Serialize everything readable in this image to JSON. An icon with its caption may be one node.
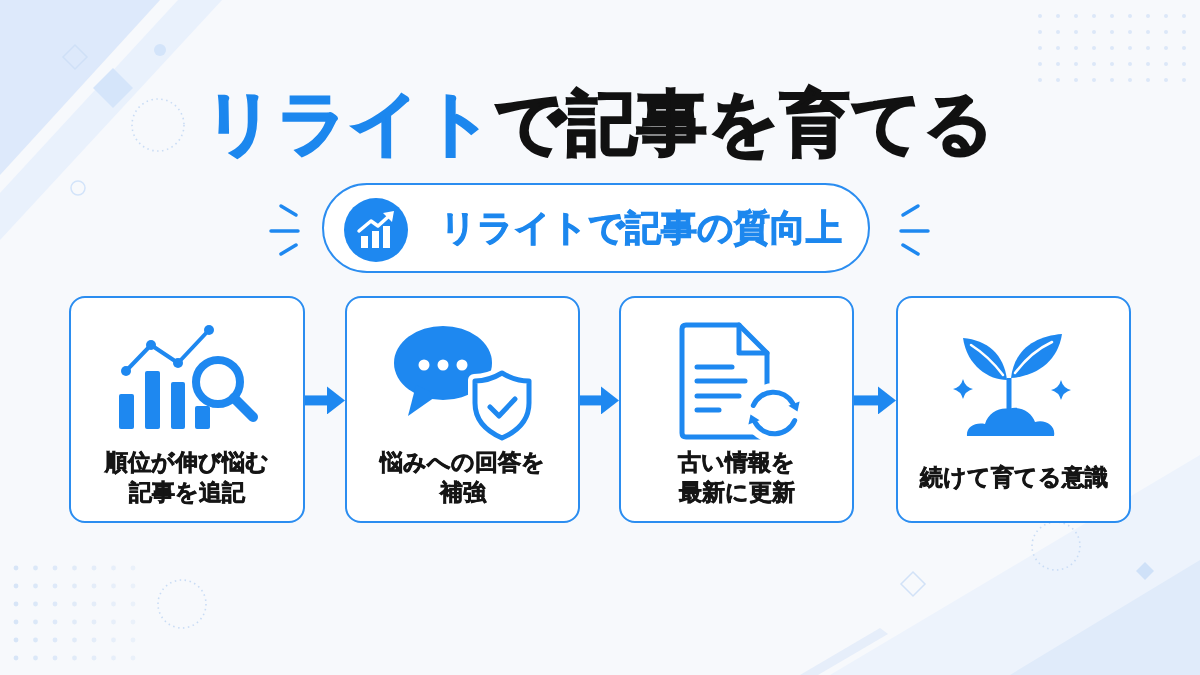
{
  "diagram": {
    "title": "**リライト**で記事を育てる",
    "nodes": [
      {
        "text": [
          "リライトで記事の質向上"
        ]
      },
      {
        "text": [
          "順位が伸び悩む記事を追記"
        ]
      },
      {
        "text": [
          "悩みへの回答を補強"
        ]
      },
      {
        "text": [
          "古い情報を最新に更新"
        ]
      },
      {
        "text": [
          "続けて育てる意識"
        ]
      }
    ],
    "edges": [
      {
        "from": 1,
        "to": 2,
        "arrow": "to"
      },
      {
        "from": 2,
        "to": 3,
        "arrow": "to"
      },
      {
        "from": 3,
        "to": 4,
        "arrow": "to"
      }
    ]
  }
}
